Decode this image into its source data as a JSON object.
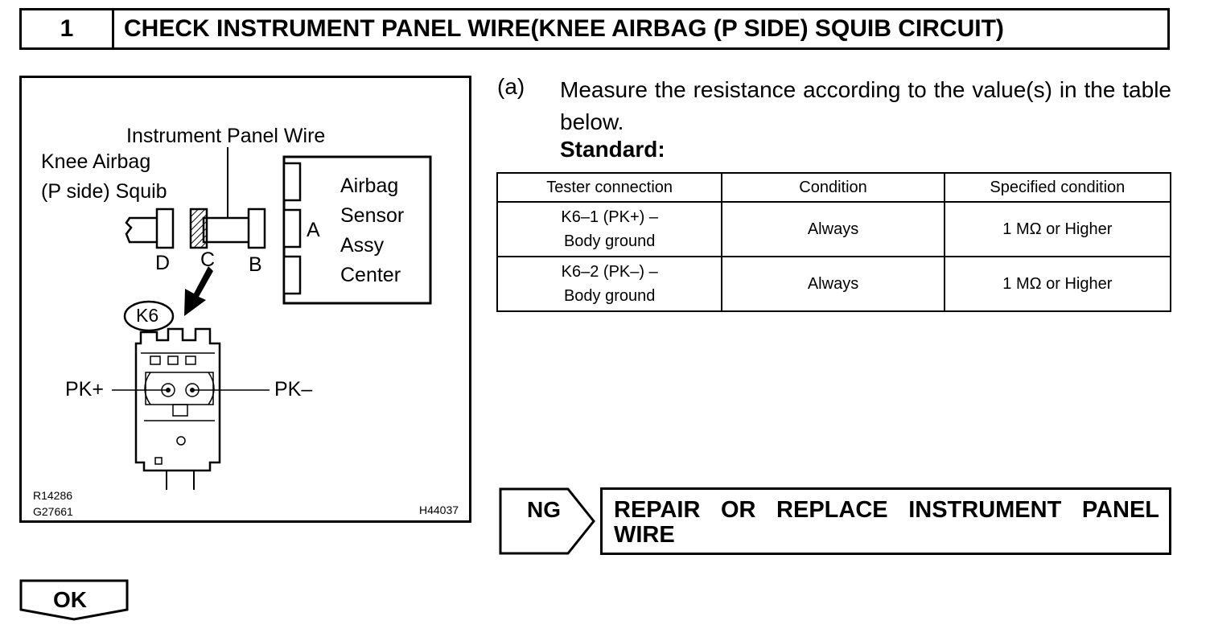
{
  "step": {
    "number": "1",
    "title": "CHECK INSTRUMENT PANEL WIRE(KNEE AIRBAG (P SIDE) SQUIB CIRCUIT)"
  },
  "figure": {
    "labels": {
      "instrument_panel_wire": "Instrument Panel Wire",
      "knee_airbag_line1": "Knee Airbag",
      "knee_airbag_line2": "(P side) Squib",
      "sensor_line1": "Airbag",
      "sensor_line2": "Sensor",
      "sensor_line3": "Assy",
      "sensor_line4": "Center",
      "connector_a": "A",
      "connector_b": "B",
      "connector_c": "C",
      "connector_d": "D",
      "connector_id": "K6",
      "pin_pk_plus": "PK+",
      "pin_pk_minus": "PK–"
    },
    "codes": {
      "code1": "R14286",
      "code2": "G27661",
      "code3": "H44037"
    }
  },
  "instruction": {
    "marker": "(a)",
    "text": "Measure the resistance according to the value(s) in the table below.",
    "standard_label": "Standard:"
  },
  "table": {
    "headers": [
      "Tester connection",
      "Condition",
      "Specified condition"
    ],
    "rows": [
      {
        "connection_line1": "K6–1 (PK+) –",
        "connection_line2": "Body ground",
        "condition": "Always",
        "specified": "1 MΩ or Higher"
      },
      {
        "connection_line1": "K6–2 (PK–) –",
        "connection_line2": "Body ground",
        "condition": "Always",
        "specified": "1 MΩ or Higher"
      }
    ]
  },
  "ng": {
    "label": "NG",
    "action_line1": "REPAIR OR REPLACE INSTRUMENT PANEL",
    "action_line2": "WIRE"
  },
  "ok": {
    "label": "OK"
  }
}
